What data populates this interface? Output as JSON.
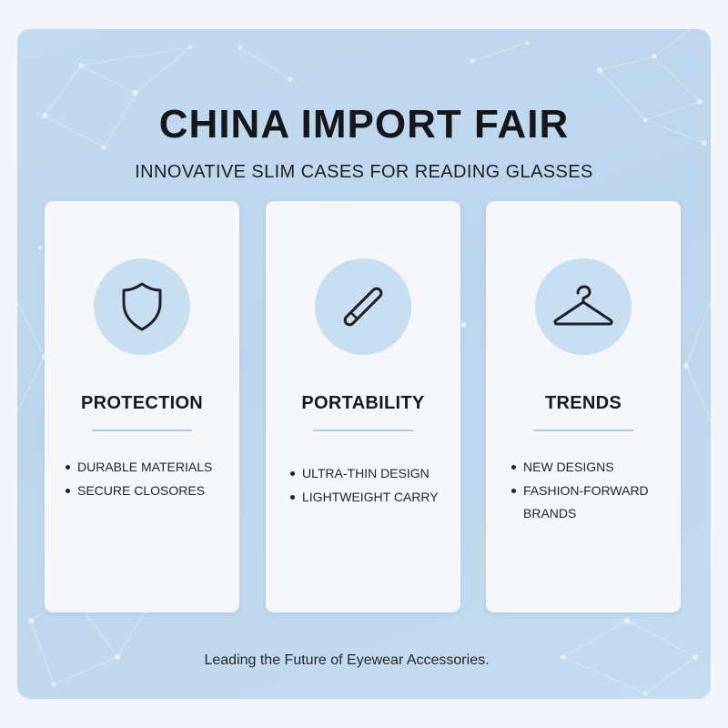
{
  "header": {
    "title": "CHINA IMPORT FAIR",
    "subtitle": "INNOVATIVE SLIM CASES FOR READING GLASSES"
  },
  "cards": [
    {
      "icon": "shield-icon",
      "title": "PROTECTION",
      "bullets": [
        "DURABLE MATERIALS",
        "SECURE CLOSORES"
      ]
    },
    {
      "icon": "slim-case-icon",
      "title": "PORTABILITY",
      "bullets": [
        "ULTRA-THIN DESIGN",
        "LIGHTWEIGHT CARRY"
      ]
    },
    {
      "icon": "hanger-icon",
      "title": "TRENDS",
      "bullets": [
        "NEW DESIGNS",
        "FASHION-FORWARD BRANDS"
      ]
    }
  ],
  "footer": {
    "tagline": "Leading the Future of Eyewear Accessories."
  },
  "colors": {
    "panel_background": "#bcd6ec",
    "card_background": "#f5f7fa",
    "icon_circle": "#c7dff1",
    "accent_rule": "#a9cfee",
    "text_dark": "#15171b"
  }
}
